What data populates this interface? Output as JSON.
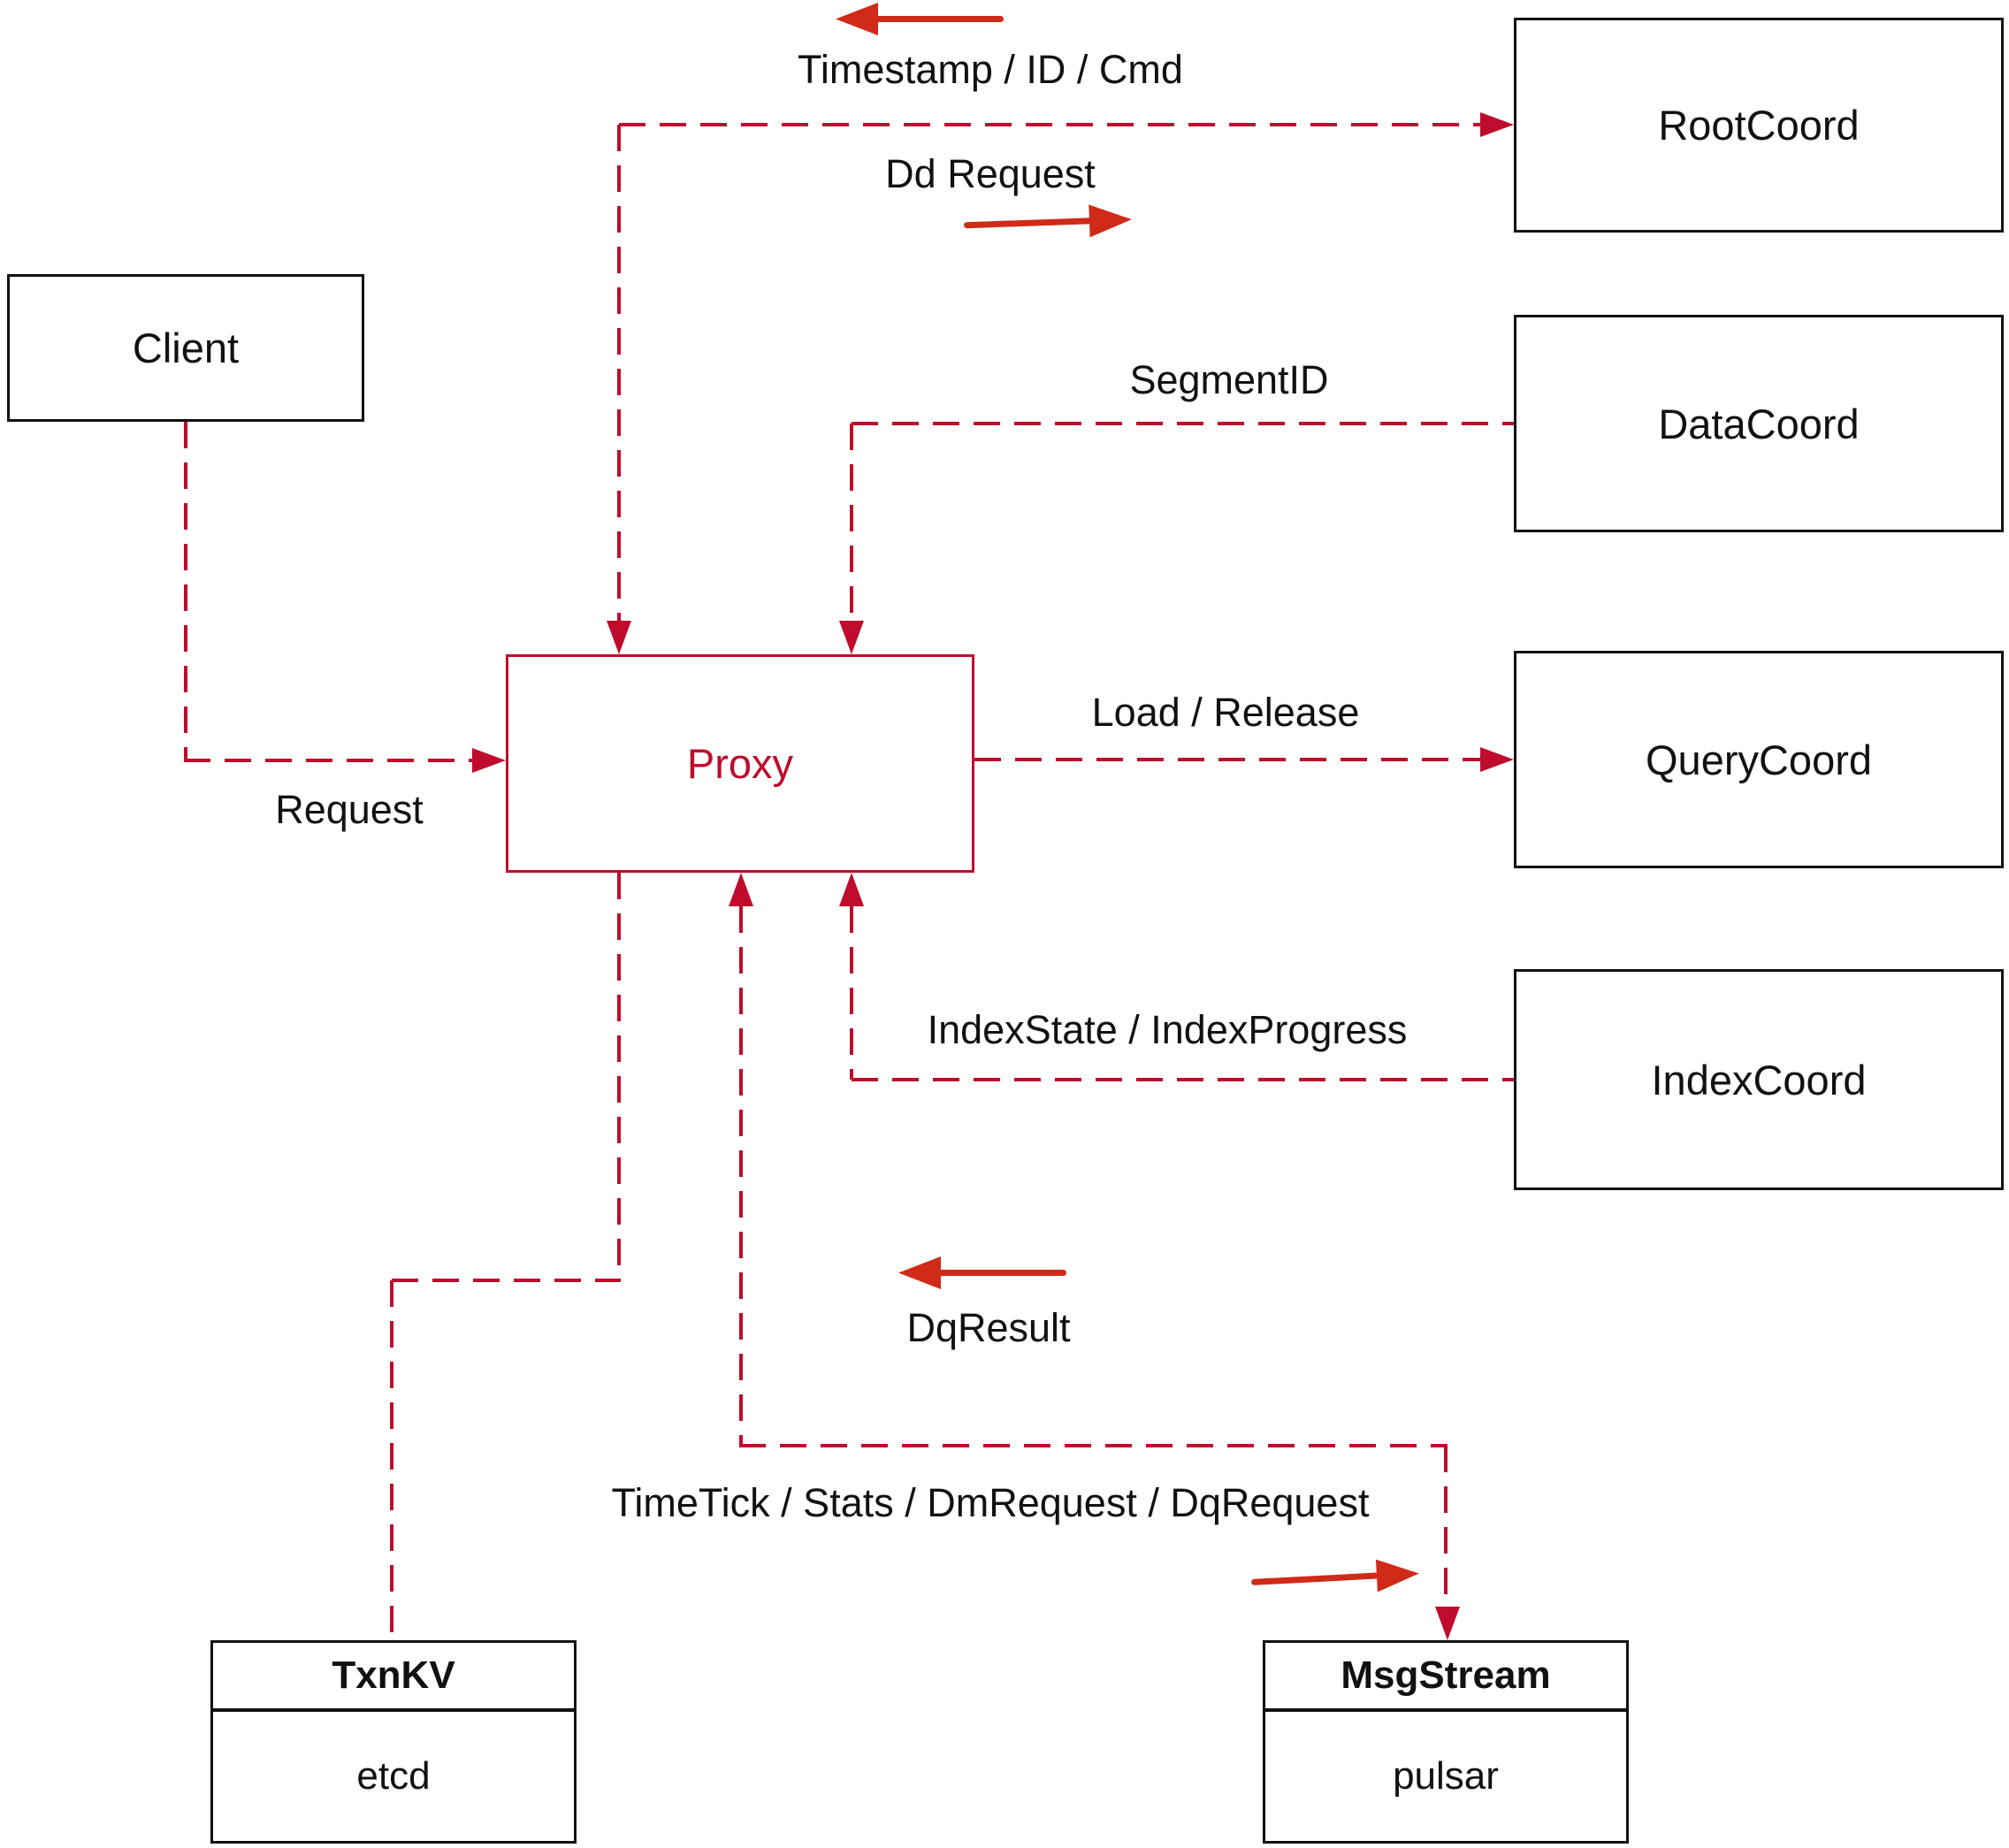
{
  "diagram": {
    "nodes": {
      "client": {
        "label": "Client"
      },
      "root_coord": {
        "label": "RootCoord"
      },
      "data_coord": {
        "label": "DataCoord"
      },
      "query_coord": {
        "label": "QueryCoord"
      },
      "index_coord": {
        "label": "IndexCoord"
      },
      "proxy": {
        "label": "Proxy"
      },
      "txn_kv": {
        "title": "TxnKV",
        "impl": "etcd"
      },
      "msg_stream": {
        "title": "MsgStream",
        "impl": "pulsar"
      }
    },
    "edge_labels": {
      "timestamp_id_cmd": "Timestamp / ID / Cmd",
      "dd_request": "Dd Request",
      "segment_id": "SegmentID",
      "request": "Request",
      "load_release": "Load / Release",
      "index_state_progress": "IndexState / IndexProgress",
      "dq_result": "DqResult",
      "time_tick_stats": "TimeTick / Stats / DmRequest / DqRequest"
    },
    "colors": {
      "line-red": "#bf0c2c",
      "arrow-red": "#d02a18",
      "box-border": "#111111",
      "ink": "#111111",
      "bg": "#ffffff"
    }
  }
}
